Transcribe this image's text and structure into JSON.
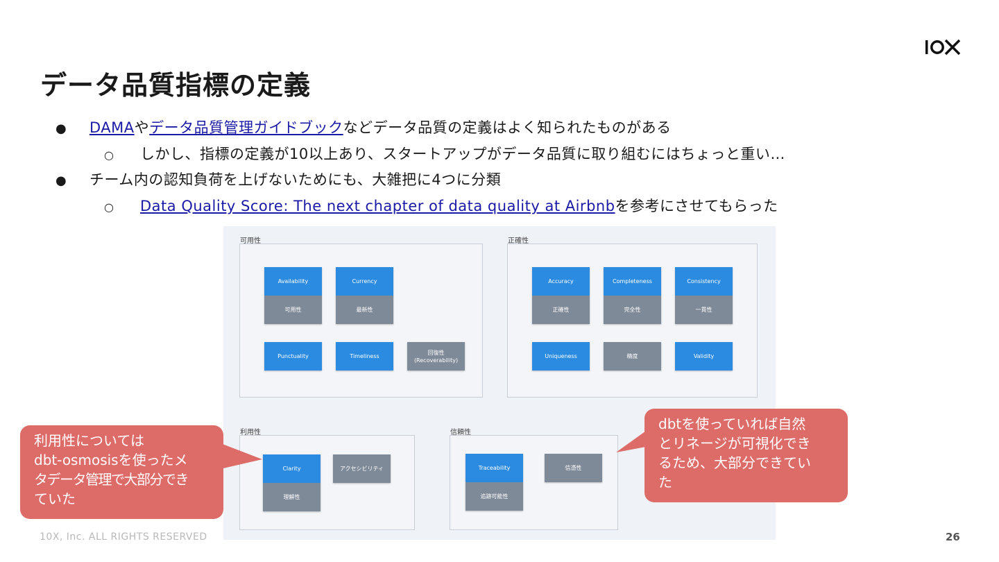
{
  "header": {
    "logo_text": "10X",
    "title": "データ品質指標の定義"
  },
  "bullets": {
    "b1": {
      "link1": "DAMA",
      "mid": "や",
      "link2": "データ品質管理ガイドブック",
      "rest": "などデータ品質の定義はよく知られたものがある"
    },
    "b1_sub": "しかし、指標の定義が10以上あり、スタートアップがデータ品質に取り組むにはちょっと重い…",
    "b2": "チーム内の認知負荷を上げないためにも、大雑把に4つに分類",
    "b2_sub": {
      "link": "Data Quality Score: The next chapter of data quality at Airbnb",
      "rest": "を参考にさせてもらった"
    }
  },
  "diagram": {
    "groups": {
      "availability": "可用性",
      "accuracy": "正確性",
      "usability": "利用性",
      "reliability": "信頼性"
    },
    "cards": {
      "availability": {
        "top": "Availability",
        "bottom": "可用性"
      },
      "currency": {
        "top": "Currency",
        "bottom": "最新性"
      },
      "punctuality": {
        "top": "Punctuality"
      },
      "timeliness": {
        "top": "Timeliness"
      },
      "recoverability": {
        "line1": "回復性",
        "line2": "(Recoverability)"
      },
      "accuracy": {
        "top": "Accuracy",
        "bottom": "正確性"
      },
      "completeness": {
        "top": "Completeness",
        "bottom": "完全性"
      },
      "consistency": {
        "top": "Consistency",
        "bottom": "一貫性"
      },
      "uniqueness": {
        "top": "Uniqueness"
      },
      "precision": {
        "top": "精度"
      },
      "validity": {
        "top": "Validity"
      },
      "clarity": {
        "top": "Clarity",
        "bottom": "理解性"
      },
      "accessibility": {
        "top": "アクセシビリティ"
      },
      "traceability": {
        "top": "Traceability",
        "bottom": "追跡可能性"
      },
      "credibility": {
        "top": "信憑性"
      }
    }
  },
  "callouts": {
    "left": {
      "l1": "利用性については",
      "l2": "dbt-osmosisを使ったメ",
      "l3": "タデータ管理で大部分でき",
      "l4": "ていた"
    },
    "right": {
      "l1": "dbtを使っていれば自然",
      "l2": "とリネージが可視化でき",
      "l3": "るため、大部分できてい",
      "l4": "た"
    }
  },
  "footer": {
    "copyright": "10X, Inc. ALL RIGHTS RESERVED",
    "page_number": "26"
  },
  "colors": {
    "card_blue": "#2b8be0",
    "card_gray": "#7f8a98",
    "callout": "#dd6b68",
    "link": "#1a1aa6"
  }
}
